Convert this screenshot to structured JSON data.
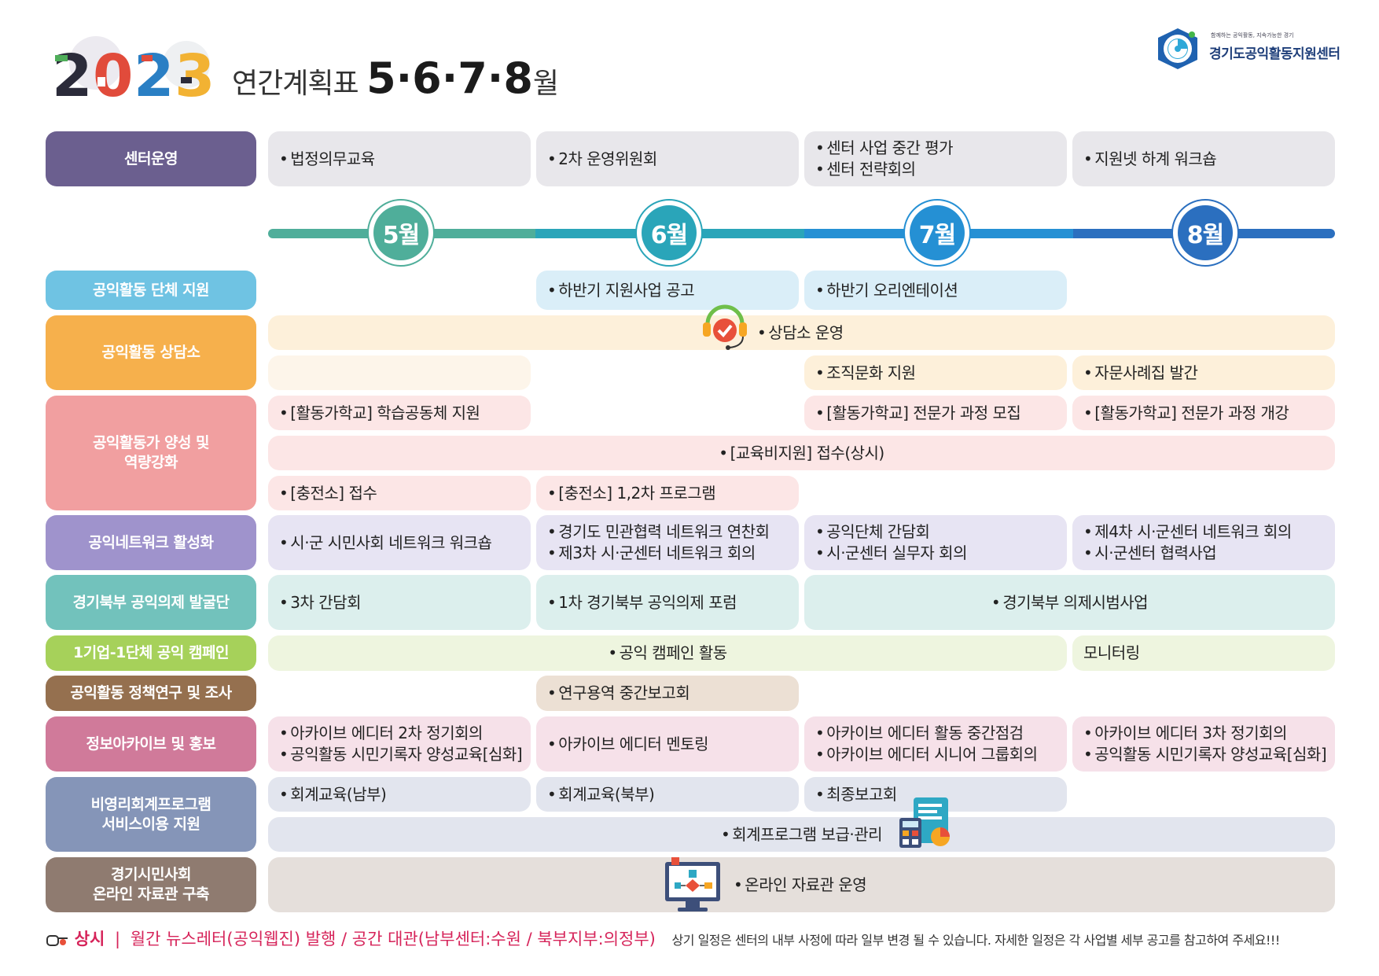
{
  "header": {
    "year": "2023",
    "title": "연간계획표",
    "months_text": "5·6·7·8",
    "months_unit": "월",
    "org_tagline": "함께하는 공익활동, 지속가능한 경기",
    "org_name": "경기도공익활동지원센터"
  },
  "colors": {
    "center_ops": "#6b5f8f",
    "group_support": "#6fc3e3",
    "consult": "#f6b04c",
    "training": "#f19fa0",
    "network": "#9f93cc",
    "north_agenda": "#72c2bc",
    "campaign": "#a6d15a",
    "policy": "#95704f",
    "archive": "#d07a9a",
    "accounting": "#8595b8",
    "online": "#8f7b70"
  },
  "timeline": {
    "months": [
      "5월",
      "6월",
      "7월",
      "8월"
    ],
    "colors": [
      "#4fae9a",
      "#2aa5b9",
      "#2590d4",
      "#2b6fbf"
    ]
  },
  "rows": {
    "center_ops": {
      "label": "센터운영",
      "may": [
        "법정의무교육"
      ],
      "jun": [
        "2차 운영위원회"
      ],
      "jul": [
        "센터 사업 중간 평가",
        "센터 전략회의"
      ],
      "aug": [
        "지원넷 하계 워크숍"
      ]
    },
    "group_support": {
      "label": "공익활동 단체 지원",
      "jun": [
        "하반기 지원사업 공고"
      ],
      "jul": [
        "하반기 오리엔테이션"
      ]
    },
    "consult": {
      "label": "공익활동 상담소",
      "span": [
        "상담소 운영"
      ],
      "jul": [
        "조직문화 지원"
      ],
      "aug": [
        "자문사례집 발간"
      ]
    },
    "training": {
      "label": "공익활동가 양성 및\n역량강화",
      "may_1": [
        "[활동가학교] 학습공동체 지원"
      ],
      "jul_1": [
        "[활동가학교] 전문가 과정 모집"
      ],
      "aug_1": [
        "[활동가학교] 전문가 과정 개강"
      ],
      "span": [
        "[교육비지원] 접수(상시)"
      ],
      "may_3": [
        "[충전소] 접수"
      ],
      "jun_3": [
        "[충전소] 1,2차 프로그램"
      ]
    },
    "network": {
      "label": "공익네트워크 활성화",
      "may": [
        "시·군 시민사회 네트워크 워크숍"
      ],
      "jun": [
        "경기도 민관협력 네트워크 연찬회",
        "제3차 시·군센터 네트워크 회의"
      ],
      "jul": [
        "공익단체 간담회",
        "시·군센터 실무자 회의"
      ],
      "aug": [
        "제4차 시·군센터 네트워크 회의",
        "시·군센터 협력사업"
      ]
    },
    "north_agenda": {
      "label": "경기북부 공익의제 발굴단",
      "may": [
        "3차 간담회"
      ],
      "jun": [
        "1차 경기북부 공익의제 포럼"
      ],
      "jul_aug": [
        "경기북부 의제시범사업"
      ]
    },
    "campaign": {
      "label": "1기업-1단체 공익 캠페인",
      "may_jul": [
        "공익 캠페인 활동"
      ],
      "aug": "모니터링"
    },
    "policy": {
      "label": "공익활동 정책연구 및 조사",
      "jun": [
        "연구용역 중간보고회"
      ]
    },
    "archive": {
      "label": "정보아카이브 및 홍보",
      "may": [
        "아카이브 에디터 2차 정기회의",
        "공익활동 시민기록자 양성교육[심화]"
      ],
      "jun": [
        "아카이브 에디터 멘토링"
      ],
      "jul": [
        "아카이브 에디터 활동 중간점검",
        "아카이브 에디터 시니어 그룹회의"
      ],
      "aug": [
        "아카이브 에디터 3차 정기회의",
        "공익활동 시민기록자 양성교육[심화]"
      ]
    },
    "accounting": {
      "label": "비영리회계프로그램\n서비스이용 지원",
      "may": [
        "회계교육(남부)"
      ],
      "jun": [
        "회계교육(북부)"
      ],
      "jul": [
        "최종보고회"
      ],
      "span": [
        "회계프로그램 보급·관리"
      ]
    },
    "online": {
      "label": "경기시민사회\n온라인 자료관 구축",
      "span": [
        "온라인 자료관 운영"
      ]
    }
  },
  "footer": {
    "always_label": "상시",
    "always_text": "월간 뉴스레터(공익웹진) 발행 / 공간 대관(남부센터:수원 / 북부지부:의정부)",
    "note": "상기 일정은 센터의 내부 사정에 따라 일부 변경 될 수 있습니다. 자세한 일정은 각 사업별 세부 공고를 참고하여 주세요!!!"
  }
}
